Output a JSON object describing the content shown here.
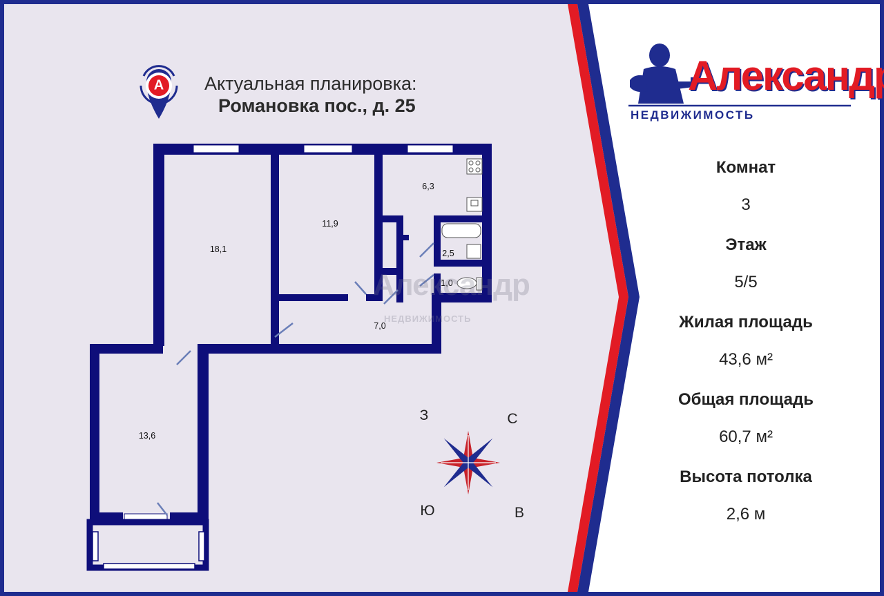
{
  "header": {
    "line1": "Актуальная планировка:",
    "line2": "Романовка пос., д. 25",
    "pin_letter": "А"
  },
  "rooms": [
    {
      "area": "18,1"
    },
    {
      "area": "11,9"
    },
    {
      "area": "6,3"
    },
    {
      "area": "2,5"
    },
    {
      "area": "1,0"
    },
    {
      "area": "7,0"
    },
    {
      "area": "13,6"
    }
  ],
  "compass": {
    "west": "З",
    "north": "С",
    "south": "Ю",
    "east": "В"
  },
  "watermark": {
    "name": "Александр",
    "sub": "НЕДВИЖИМОСТЬ"
  },
  "brand": {
    "name": "Александр",
    "sub": "НЕДВИЖИМОСТЬ",
    "colors": {
      "red": "#e21b24",
      "blue": "#1f2c8f"
    }
  },
  "details": [
    {
      "label": "Комнат",
      "value": "3"
    },
    {
      "label": "Этаж",
      "value": "5/5"
    },
    {
      "label": "Жилая площадь",
      "value": "43,6 м²"
    },
    {
      "label": "Общая площадь",
      "value": "60,7 м²"
    },
    {
      "label": "Высота потолка",
      "value": "2,6 м"
    }
  ],
  "colors": {
    "wall": "#0e0e7a",
    "plan_bg": "#e9e5ee",
    "frame": "#1f2c8f",
    "accent_red": "#e21b24"
  }
}
